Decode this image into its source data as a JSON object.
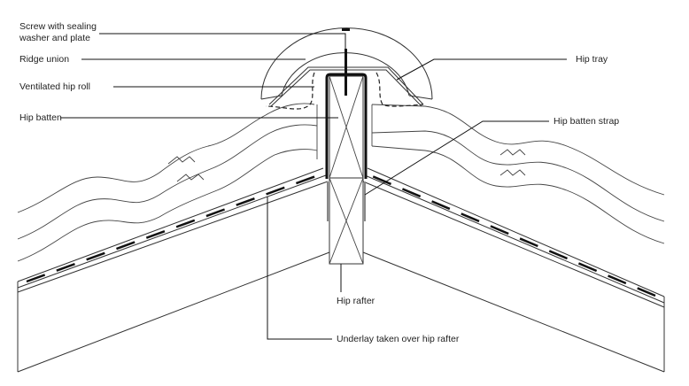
{
  "labels": {
    "screw_line1": "Screw with sealing",
    "screw_line2": "washer and plate",
    "ridge_union": "Ridge union",
    "ventilated_hip_roll": "Ventilated hip roll",
    "hip_batten": "Hip batten",
    "hip_tray": "Hip tray",
    "hip_batten_strap": "Hip batten strap",
    "hip_rafter": "Hip rafter",
    "underlay": "Underlay taken over hip rafter"
  }
}
